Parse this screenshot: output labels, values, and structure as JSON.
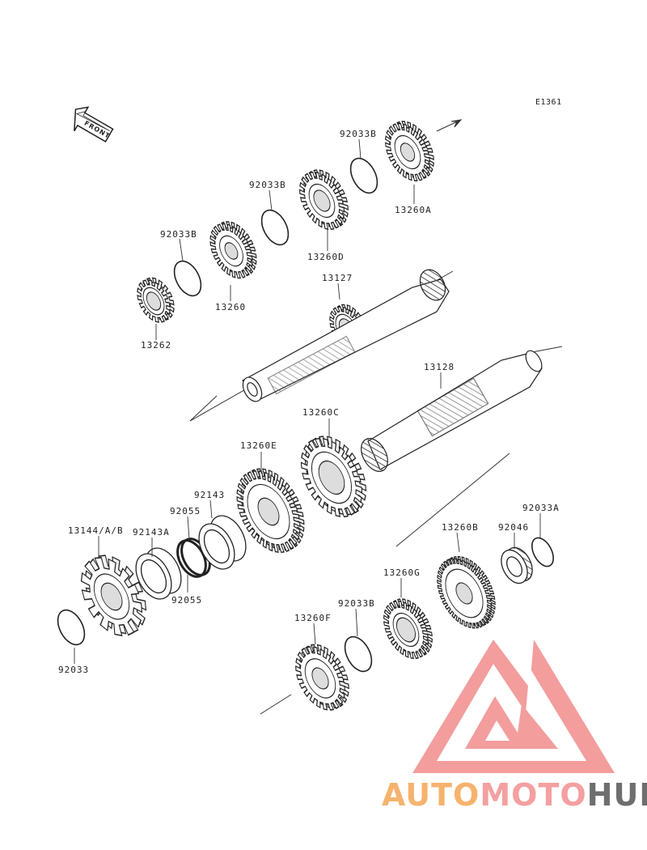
{
  "diagram_id": "E1361",
  "front_indicator": "FRONT",
  "labels": [
    {
      "key": "p92033B_top",
      "text": "92033B"
    },
    {
      "key": "p13260A",
      "text": "13260A"
    },
    {
      "key": "p92033B_mid",
      "text": "92033B"
    },
    {
      "key": "p13260D",
      "text": "13260D"
    },
    {
      "key": "p92033B_left",
      "text": "92033B"
    },
    {
      "key": "p13260",
      "text": "13260"
    },
    {
      "key": "p13262",
      "text": "13262"
    },
    {
      "key": "p13127",
      "text": "13127"
    },
    {
      "key": "p13128",
      "text": "13128"
    },
    {
      "key": "p13260C",
      "text": "13260C"
    },
    {
      "key": "p13260E",
      "text": "13260E"
    },
    {
      "key": "p92143",
      "text": "92143"
    },
    {
      "key": "p92055_top",
      "text": "92055"
    },
    {
      "key": "p13144",
      "text": "13144/A/B"
    },
    {
      "key": "p92143A",
      "text": "92143A"
    },
    {
      "key": "p92055_bot",
      "text": "92055"
    },
    {
      "key": "p92033",
      "text": "92033"
    },
    {
      "key": "p13260B",
      "text": "13260B"
    },
    {
      "key": "p92046",
      "text": "92046"
    },
    {
      "key": "p92033A",
      "text": "92033A"
    },
    {
      "key": "p13260G",
      "text": "13260G"
    },
    {
      "key": "p92033B_bot",
      "text": "92033B"
    },
    {
      "key": "p13260F",
      "text": "13260F"
    }
  ],
  "watermark": {
    "part1": "AUTO",
    "part2": "MOTO",
    "part3": "HUB",
    "colors": {
      "part1": "#f6b36e",
      "part2": "#f4a0a0",
      "part3": "#6e6e6e",
      "logo": "#f28d8d"
    }
  }
}
